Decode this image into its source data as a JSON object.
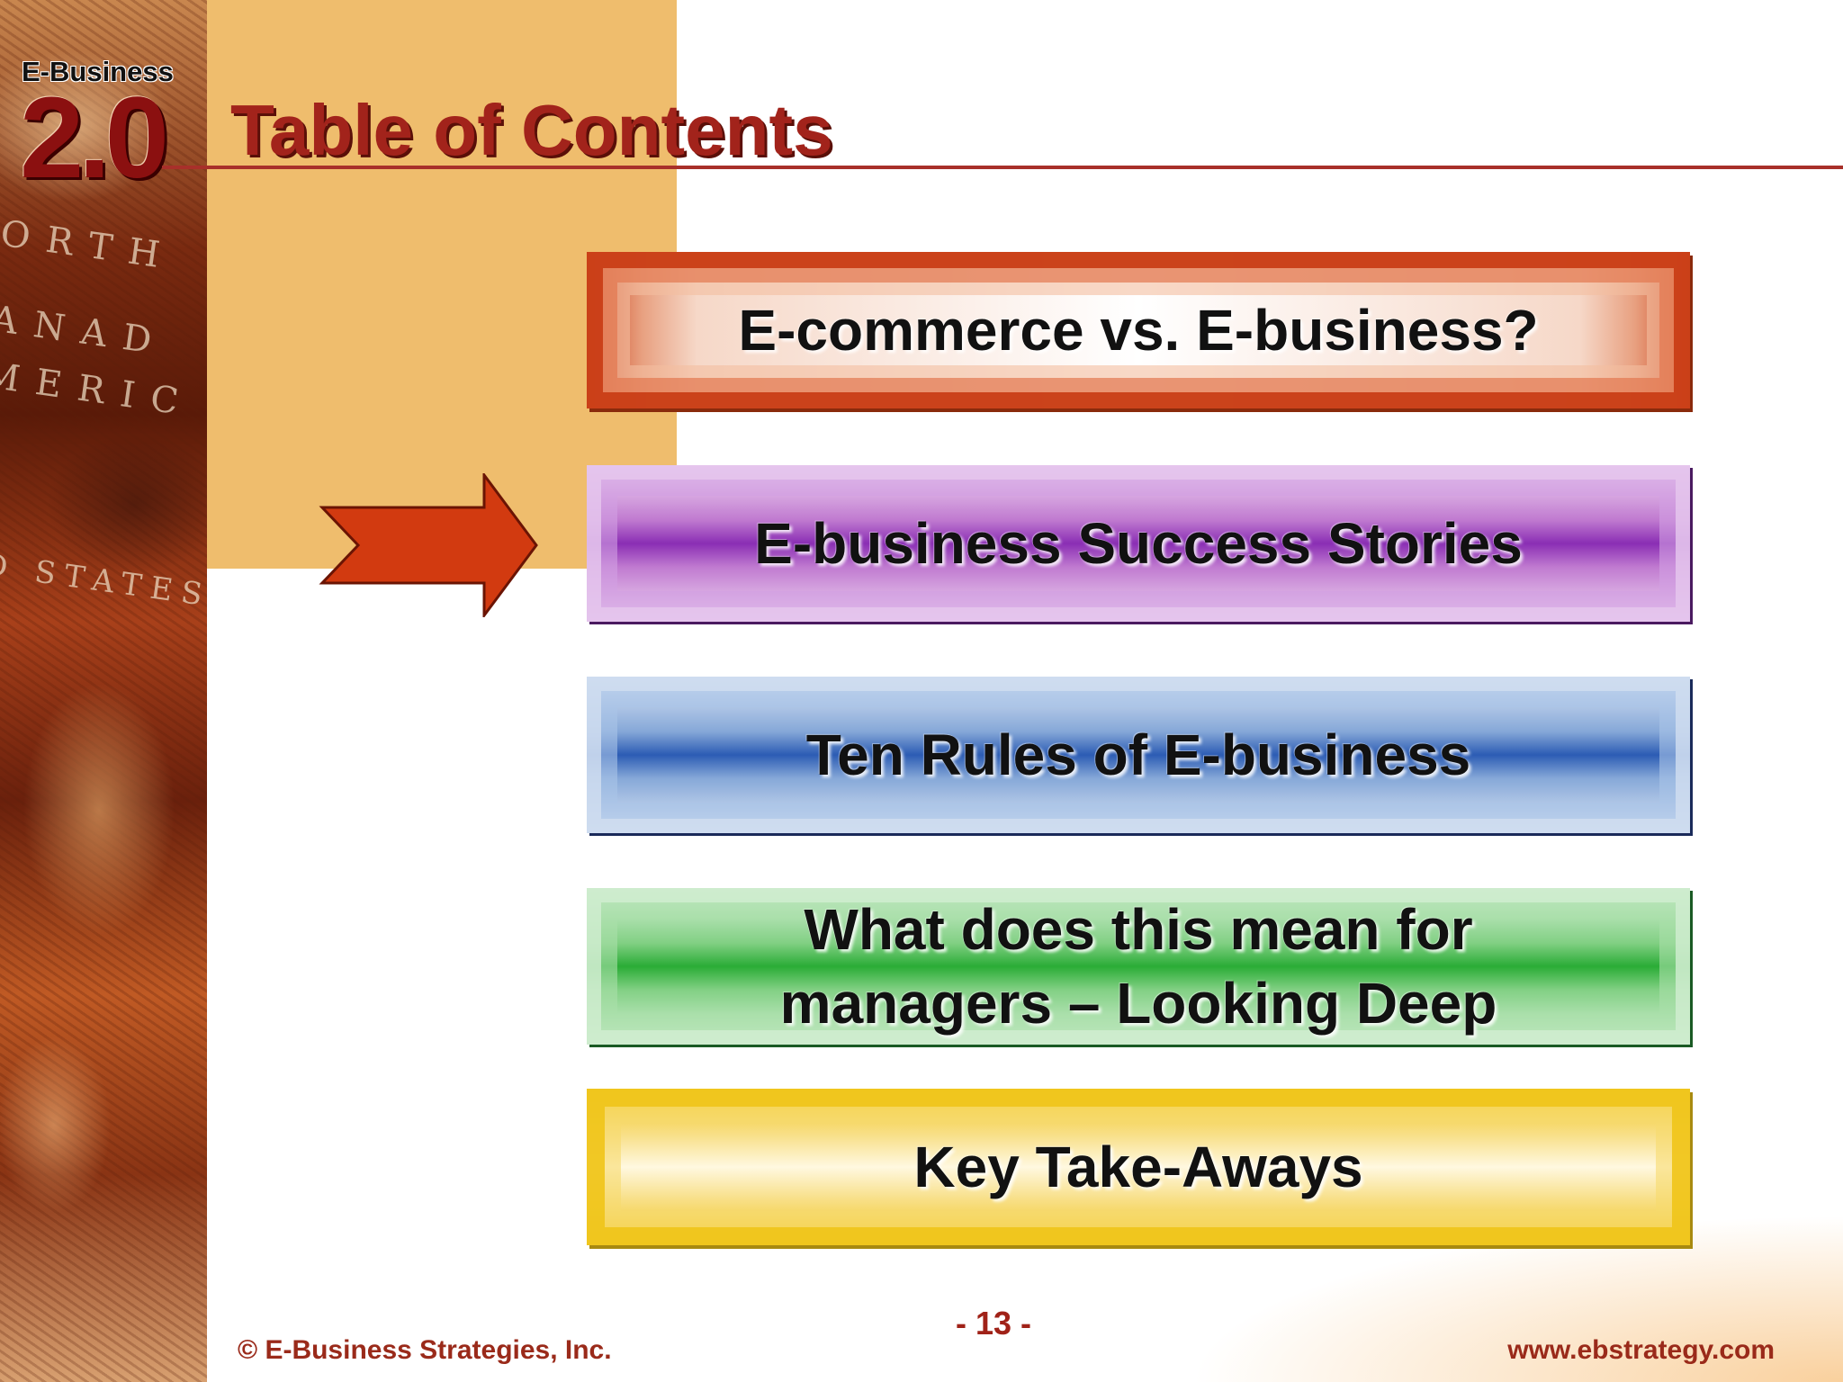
{
  "logo": {
    "small_text": "E-Business",
    "big_text": "2.0"
  },
  "title": "Table of Contents",
  "menu": [
    {
      "label": "E-commerce vs. E-business?"
    },
    {
      "label": "E-business Success Stories"
    },
    {
      "label": "Ten Rules of E-business"
    },
    {
      "label": "What does this mean for managers – Looking Deep"
    },
    {
      "label": "Key Take-Aways"
    }
  ],
  "current_item_indicator": "arrow-icon",
  "footer": {
    "copyright": "© E-Business Strategies, Inc.",
    "page_number": "- 13 -",
    "website": "www.ebstrategy.com"
  },
  "colors": {
    "title": "#a2231b",
    "box_1": "#c83a12",
    "box_2": "#8a2eb4",
    "box_3": "#2c5cb4",
    "box_4": "#2aac36",
    "box_5": "#f2c418",
    "arrow": "#d23a10"
  }
}
